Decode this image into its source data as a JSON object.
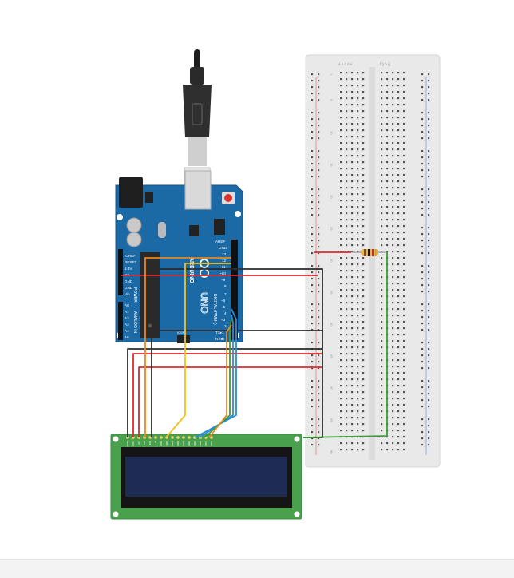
{
  "arduino": {
    "logo_text": "ARDUINO",
    "model_text": "UNO",
    "digital_label": "DIGITAL (PWM~)",
    "analog_label": "ANALOG IN",
    "power_label": "POWER",
    "icsp_label": "ICSP",
    "on_label": "ON",
    "tx_label": "TX",
    "rx_label": "RX",
    "l_label": "L",
    "top_labels": [
      "AREF",
      "GND",
      "13",
      "12",
      "~11",
      "~10",
      "~9",
      "8"
    ],
    "mid_labels": [
      "7",
      "~6",
      "~5",
      "4",
      "~3",
      "2",
      "TX▸1",
      "RX◂0"
    ],
    "power_pins": [
      "IOREF",
      "RESET",
      "3.3V",
      "5V",
      "GND",
      "GND",
      "Vin"
    ],
    "analog_pins": [
      "A0",
      "A1",
      "A2",
      "A3",
      "A4",
      "A5"
    ]
  },
  "breadboard": {
    "col_letters_left": "a b c d e",
    "col_letters_right": "f g h i j",
    "row_numbers": [
      "1",
      "5",
      "10",
      "15",
      "20",
      "25",
      "30",
      "35",
      "40",
      "45",
      "50",
      "55",
      "60"
    ]
  },
  "lcd": {
    "pin_labels": [
      "GND",
      "VCC",
      "V0",
      "RS",
      "RW",
      "E",
      "DB0",
      "DB1",
      "DB2",
      "DB3",
      "DB4",
      "DB5",
      "DB6",
      "DB7",
      "LED",
      "LED"
    ]
  },
  "colors": {
    "arduino_blue": "#1c6aa5",
    "lcd_green": "#4aa14d",
    "lcd_screen": "#1e2c54",
    "wire_red": "#e0282c",
    "wire_black": "#2b2b2b",
    "wire_yellow": "#f2c21a",
    "wire_orange": "#e8891c",
    "wire_blue": "#2b8cd6",
    "wire_green": "#3aa033"
  }
}
